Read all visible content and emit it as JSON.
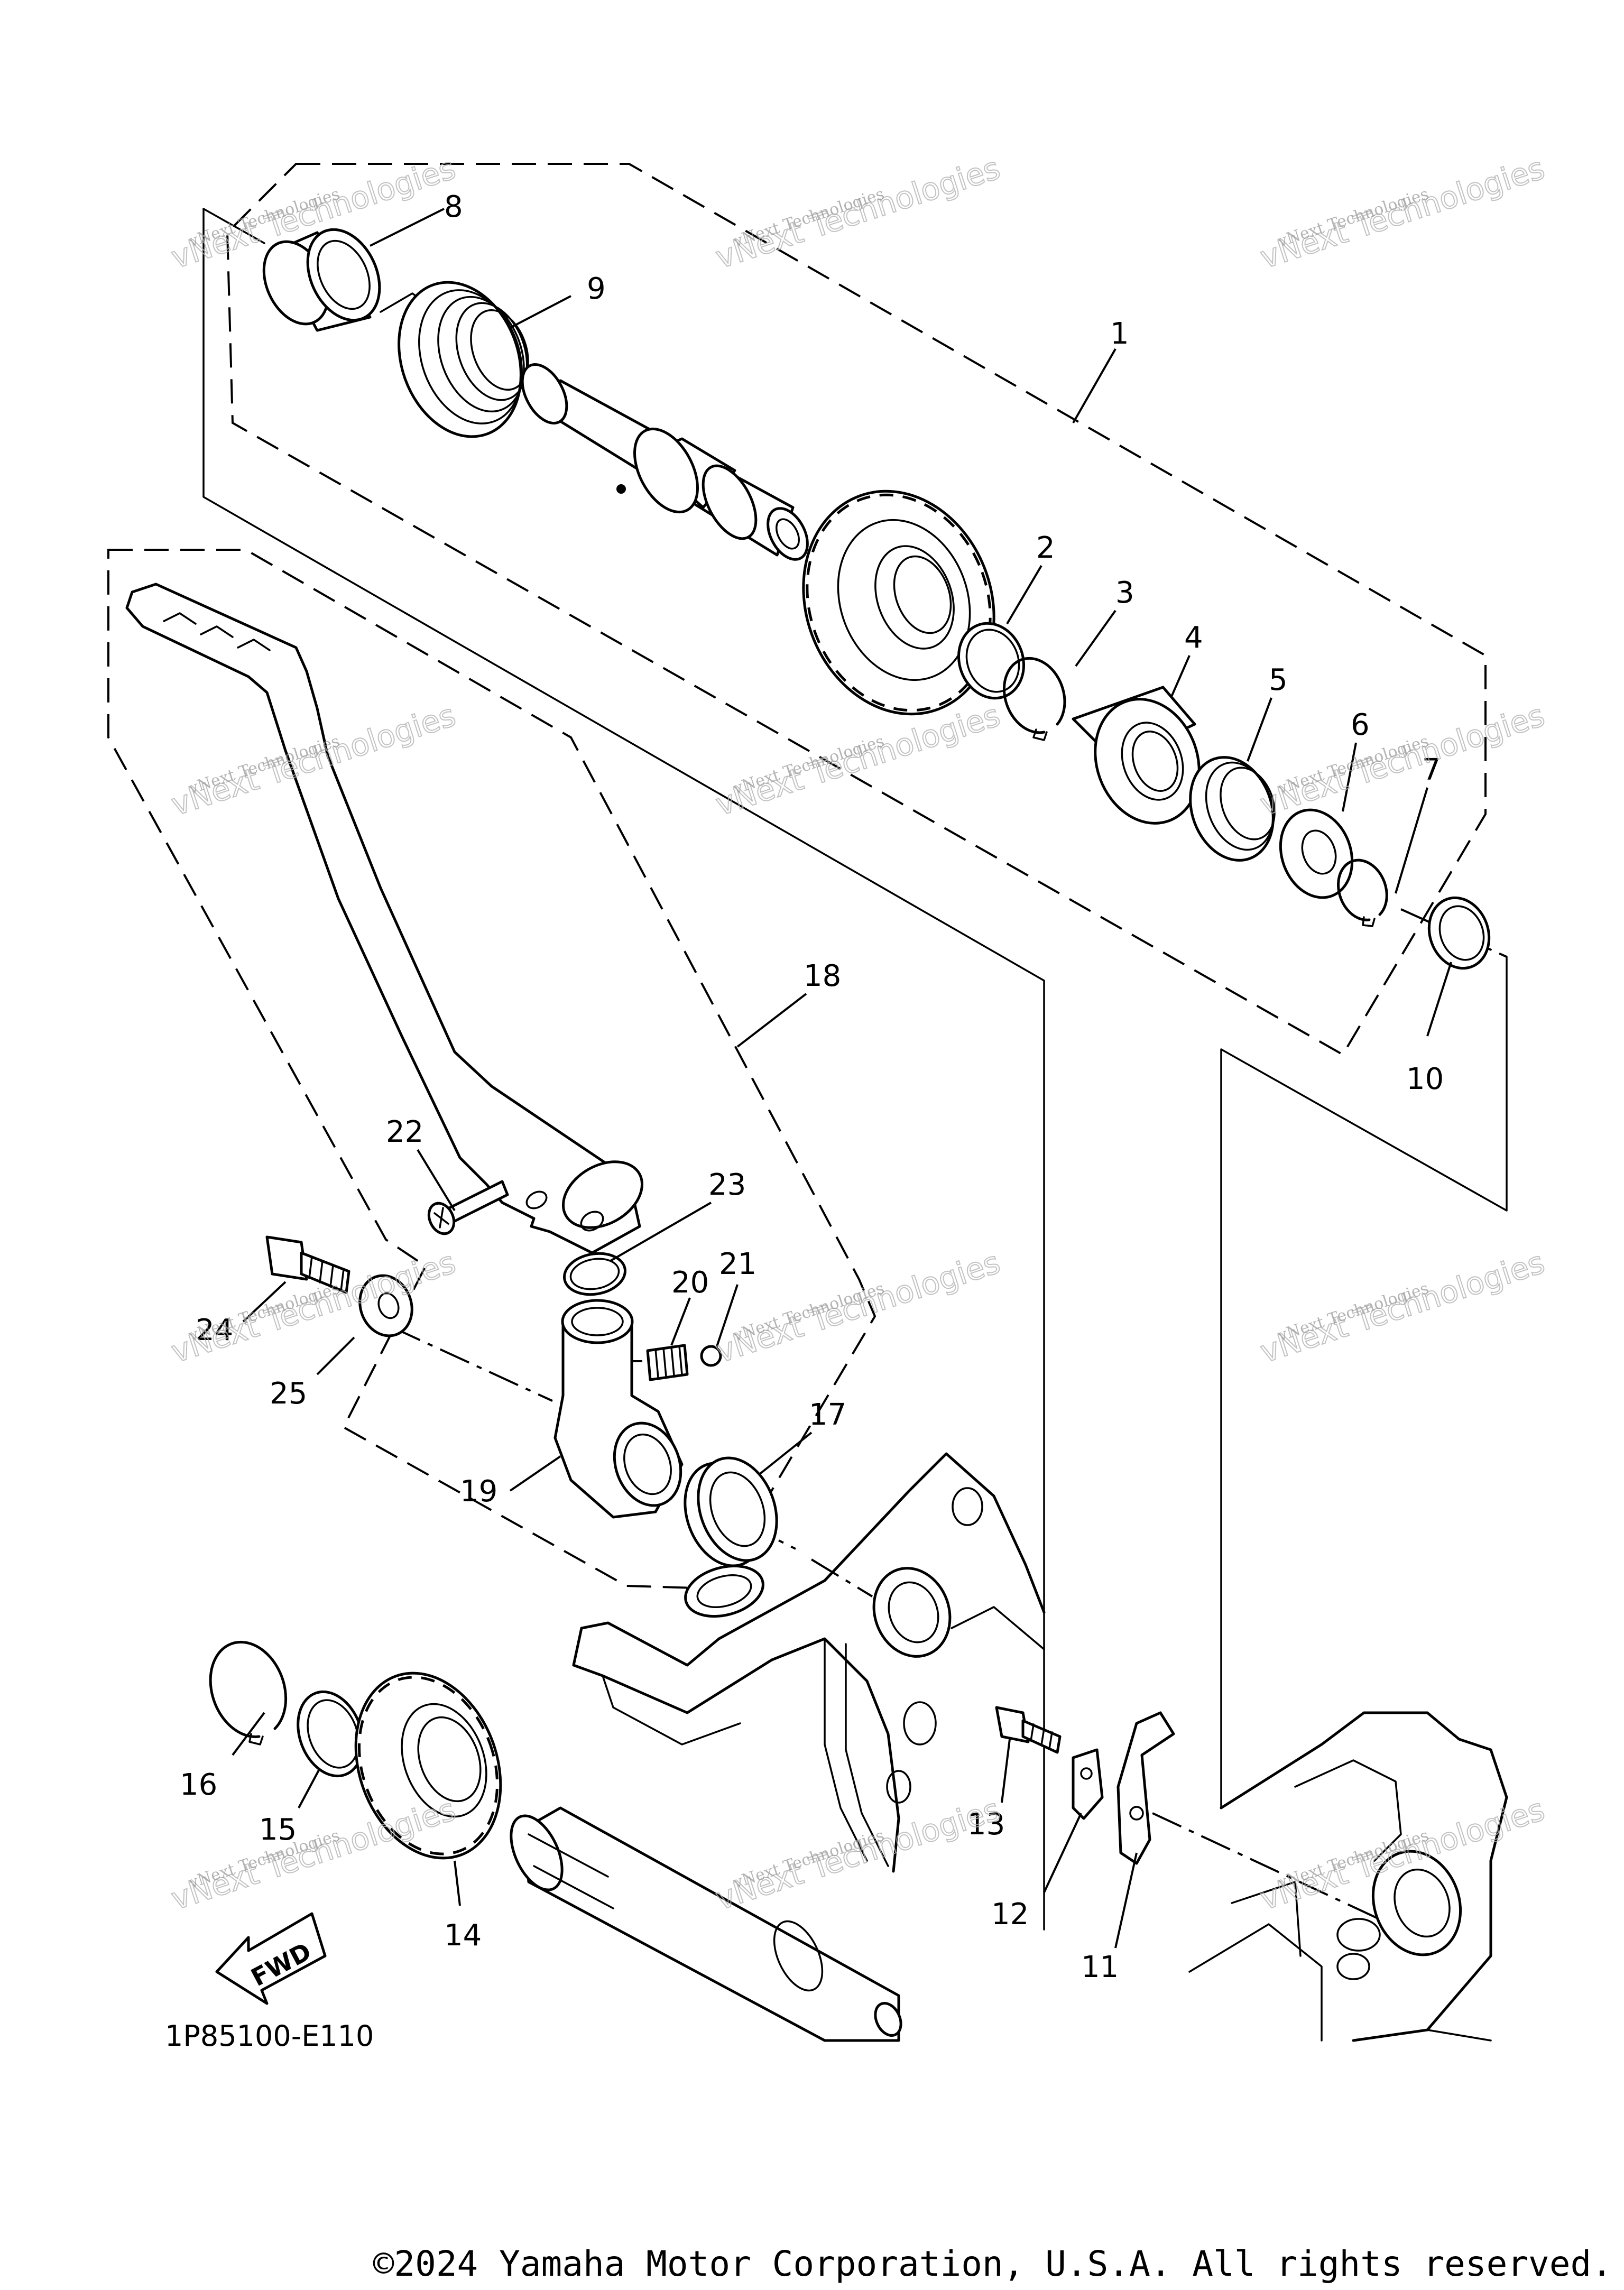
{
  "diagram": {
    "callouts": [
      {
        "id": "1",
        "label": "1"
      },
      {
        "id": "2",
        "label": "2"
      },
      {
        "id": "3",
        "label": "3"
      },
      {
        "id": "4",
        "label": "4"
      },
      {
        "id": "5",
        "label": "5"
      },
      {
        "id": "6",
        "label": "6"
      },
      {
        "id": "7",
        "label": "7"
      },
      {
        "id": "8",
        "label": "8"
      },
      {
        "id": "9",
        "label": "9"
      },
      {
        "id": "10",
        "label": "10"
      },
      {
        "id": "11",
        "label": "11"
      },
      {
        "id": "12",
        "label": "12"
      },
      {
        "id": "13",
        "label": "13"
      },
      {
        "id": "14",
        "label": "14"
      },
      {
        "id": "15",
        "label": "15"
      },
      {
        "id": "16",
        "label": "16"
      },
      {
        "id": "17",
        "label": "17"
      },
      {
        "id": "18",
        "label": "18"
      },
      {
        "id": "19",
        "label": "19"
      },
      {
        "id": "20",
        "label": "20"
      },
      {
        "id": "21",
        "label": "21"
      },
      {
        "id": "22",
        "label": "22"
      },
      {
        "id": "23",
        "label": "23"
      },
      {
        "id": "24",
        "label": "24"
      },
      {
        "id": "25",
        "label": "25"
      }
    ],
    "direction_label": "FWD",
    "diagram_code": "1P85100-E110",
    "copyright": "©2024 Yamaha Motor Corporation, U.S.A. All rights reserved.",
    "watermark": {
      "line1": "vNext Technologies",
      "line2": "vNext Technologies"
    }
  }
}
